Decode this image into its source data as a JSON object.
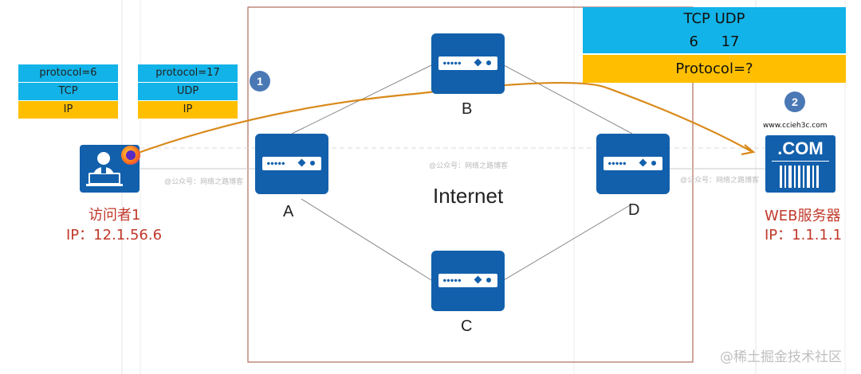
{
  "stacks": {
    "tcp": {
      "proto": "protocol=6",
      "transport": "TCP",
      "ip": "IP"
    },
    "udp": {
      "proto": "protocol=17",
      "transport": "UDP",
      "ip": "IP"
    }
  },
  "top_box": {
    "header": "TCP  UDP",
    "values": "6     17",
    "question": "Protocol=?"
  },
  "badges": {
    "one": "1",
    "two": "2"
  },
  "routers": {
    "a": "A",
    "b": "B",
    "c": "C",
    "d": "D"
  },
  "internet_label": "Internet",
  "visitor": {
    "name": "访问者1",
    "ip": "IP：12.1.56.6"
  },
  "server": {
    "domain": "www.ccieh3c.com",
    "com": ".COM",
    "name": "WEB服务器",
    "ip": "IP：1.1.1.1"
  },
  "watermarks": {
    "center": "@公众号：网络之路博客",
    "left": "@公众号：网络之路博客",
    "right": "@公众号：网络之路博客",
    "bottom": "@稀土掘金技术社区"
  },
  "colors": {
    "blue_band": "#12b3e8",
    "gold_band": "#ffbf00",
    "router": "#1260ac",
    "arrow": "#d98a1a",
    "frame": "#b06a5a",
    "red_text": "#c0392b"
  }
}
